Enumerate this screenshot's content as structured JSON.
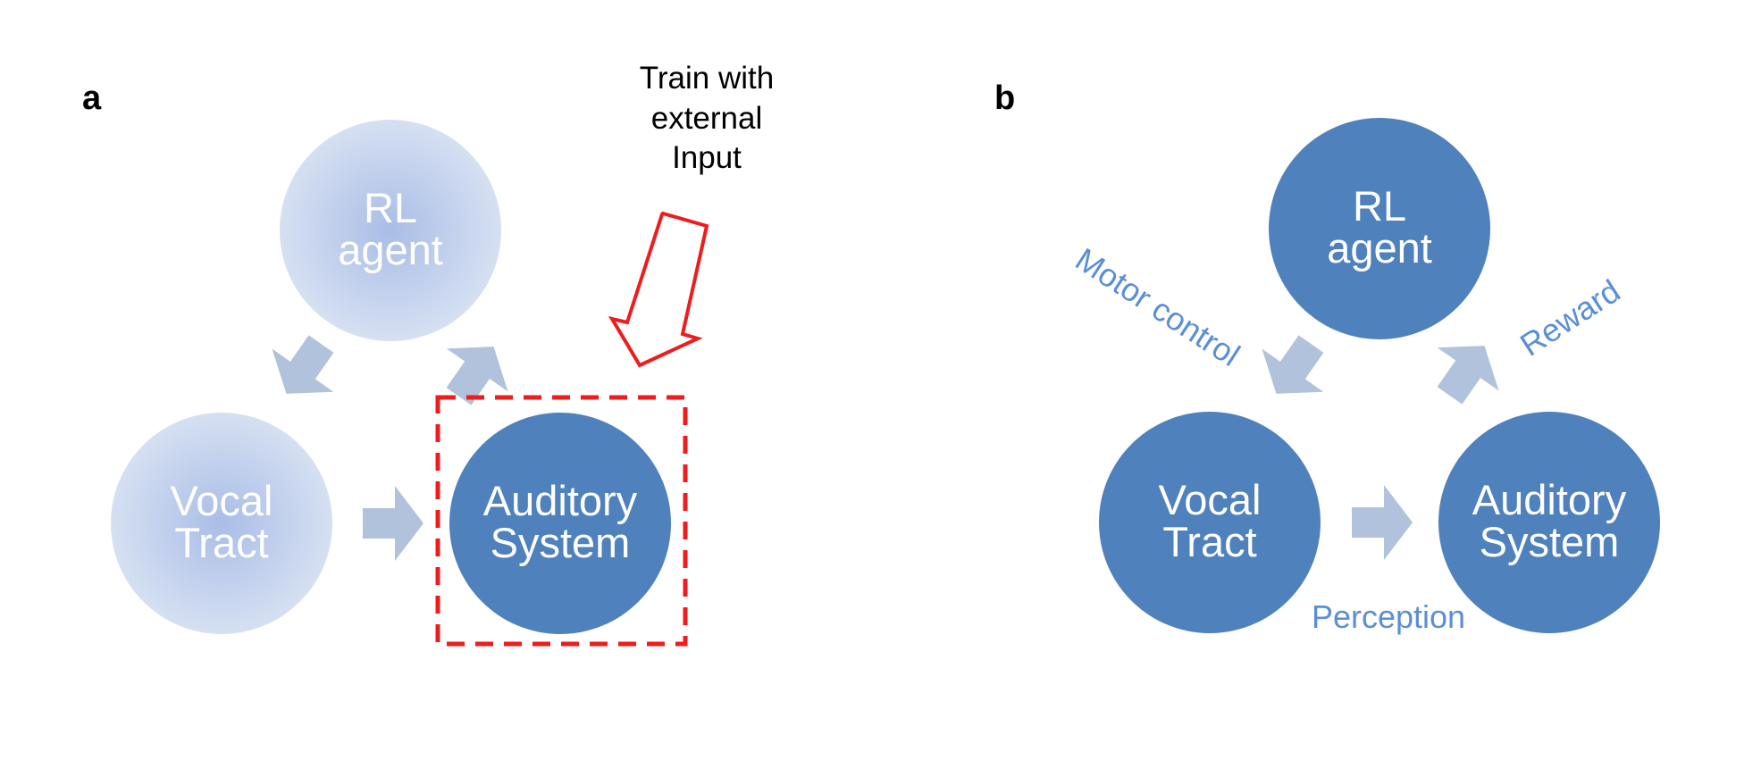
{
  "colors": {
    "node_active": "#4f81bd",
    "node_faded_center": "#a9bde6",
    "node_faded_edge": "#d6e0f2",
    "arrow": "#b1c2dc",
    "edge_label": "#5b8fd4",
    "highlight_box": "#ee1c1c"
  },
  "panel_a": {
    "label": "a",
    "nodes": {
      "rl_agent": {
        "line1": "RL",
        "line2": "agent",
        "style": "faded"
      },
      "vocal_tract": {
        "line1": "Vocal",
        "line2": "Tract",
        "style": "faded"
      },
      "auditory_system": {
        "line1": "Auditory",
        "line2": "System",
        "style": "active"
      }
    },
    "annotation": {
      "line1": "Train with",
      "line2": "external",
      "line3": "Input"
    }
  },
  "panel_b": {
    "label": "b",
    "nodes": {
      "rl_agent": {
        "line1": "RL",
        "line2": "agent"
      },
      "vocal_tract": {
        "line1": "Vocal",
        "line2": "Tract"
      },
      "auditory_system": {
        "line1": "Auditory",
        "line2": "System"
      }
    },
    "edges": {
      "motor_control": "Motor control",
      "reward": "Reward",
      "perception": "Perception"
    }
  }
}
